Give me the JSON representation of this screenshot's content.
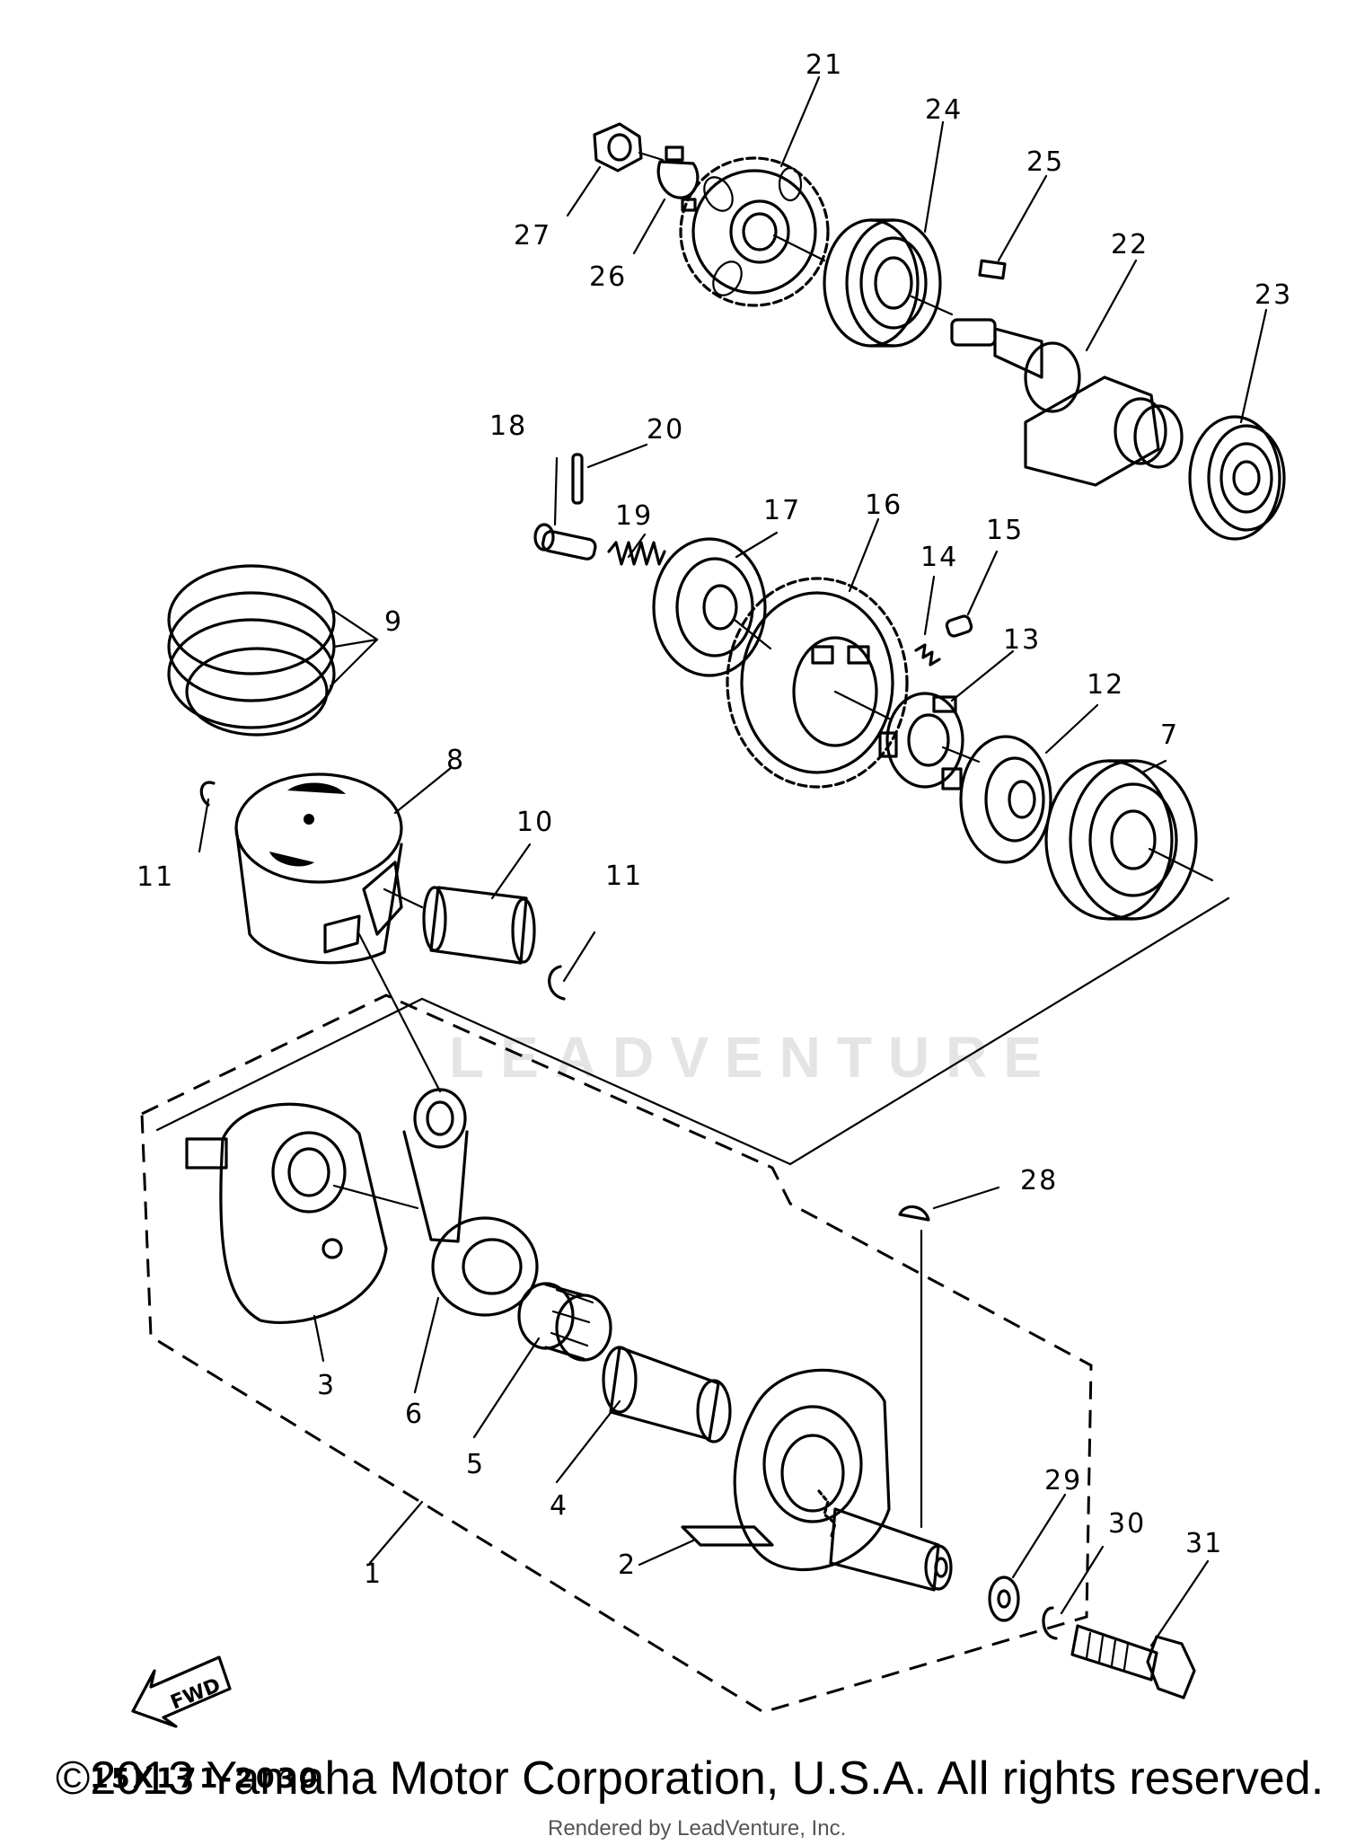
{
  "diagram": {
    "drawing_code": "15X171-2030",
    "fwd_label": "FWD",
    "watermark": "LEADVENTURE",
    "copyright": "©2013 Yamaha Motor Corporation, U.S.A. All rights reserved.",
    "rendered_by": "Rendered by LeadVenture, Inc.",
    "callouts": [
      "1",
      "2",
      "3",
      "4",
      "5",
      "6",
      "7",
      "8",
      "9",
      "10",
      "11",
      "11",
      "12",
      "13",
      "14",
      "15",
      "16",
      "17",
      "18",
      "19",
      "20",
      "21",
      "22",
      "23",
      "24",
      "25",
      "26",
      "27",
      "28",
      "29",
      "30",
      "31"
    ]
  }
}
